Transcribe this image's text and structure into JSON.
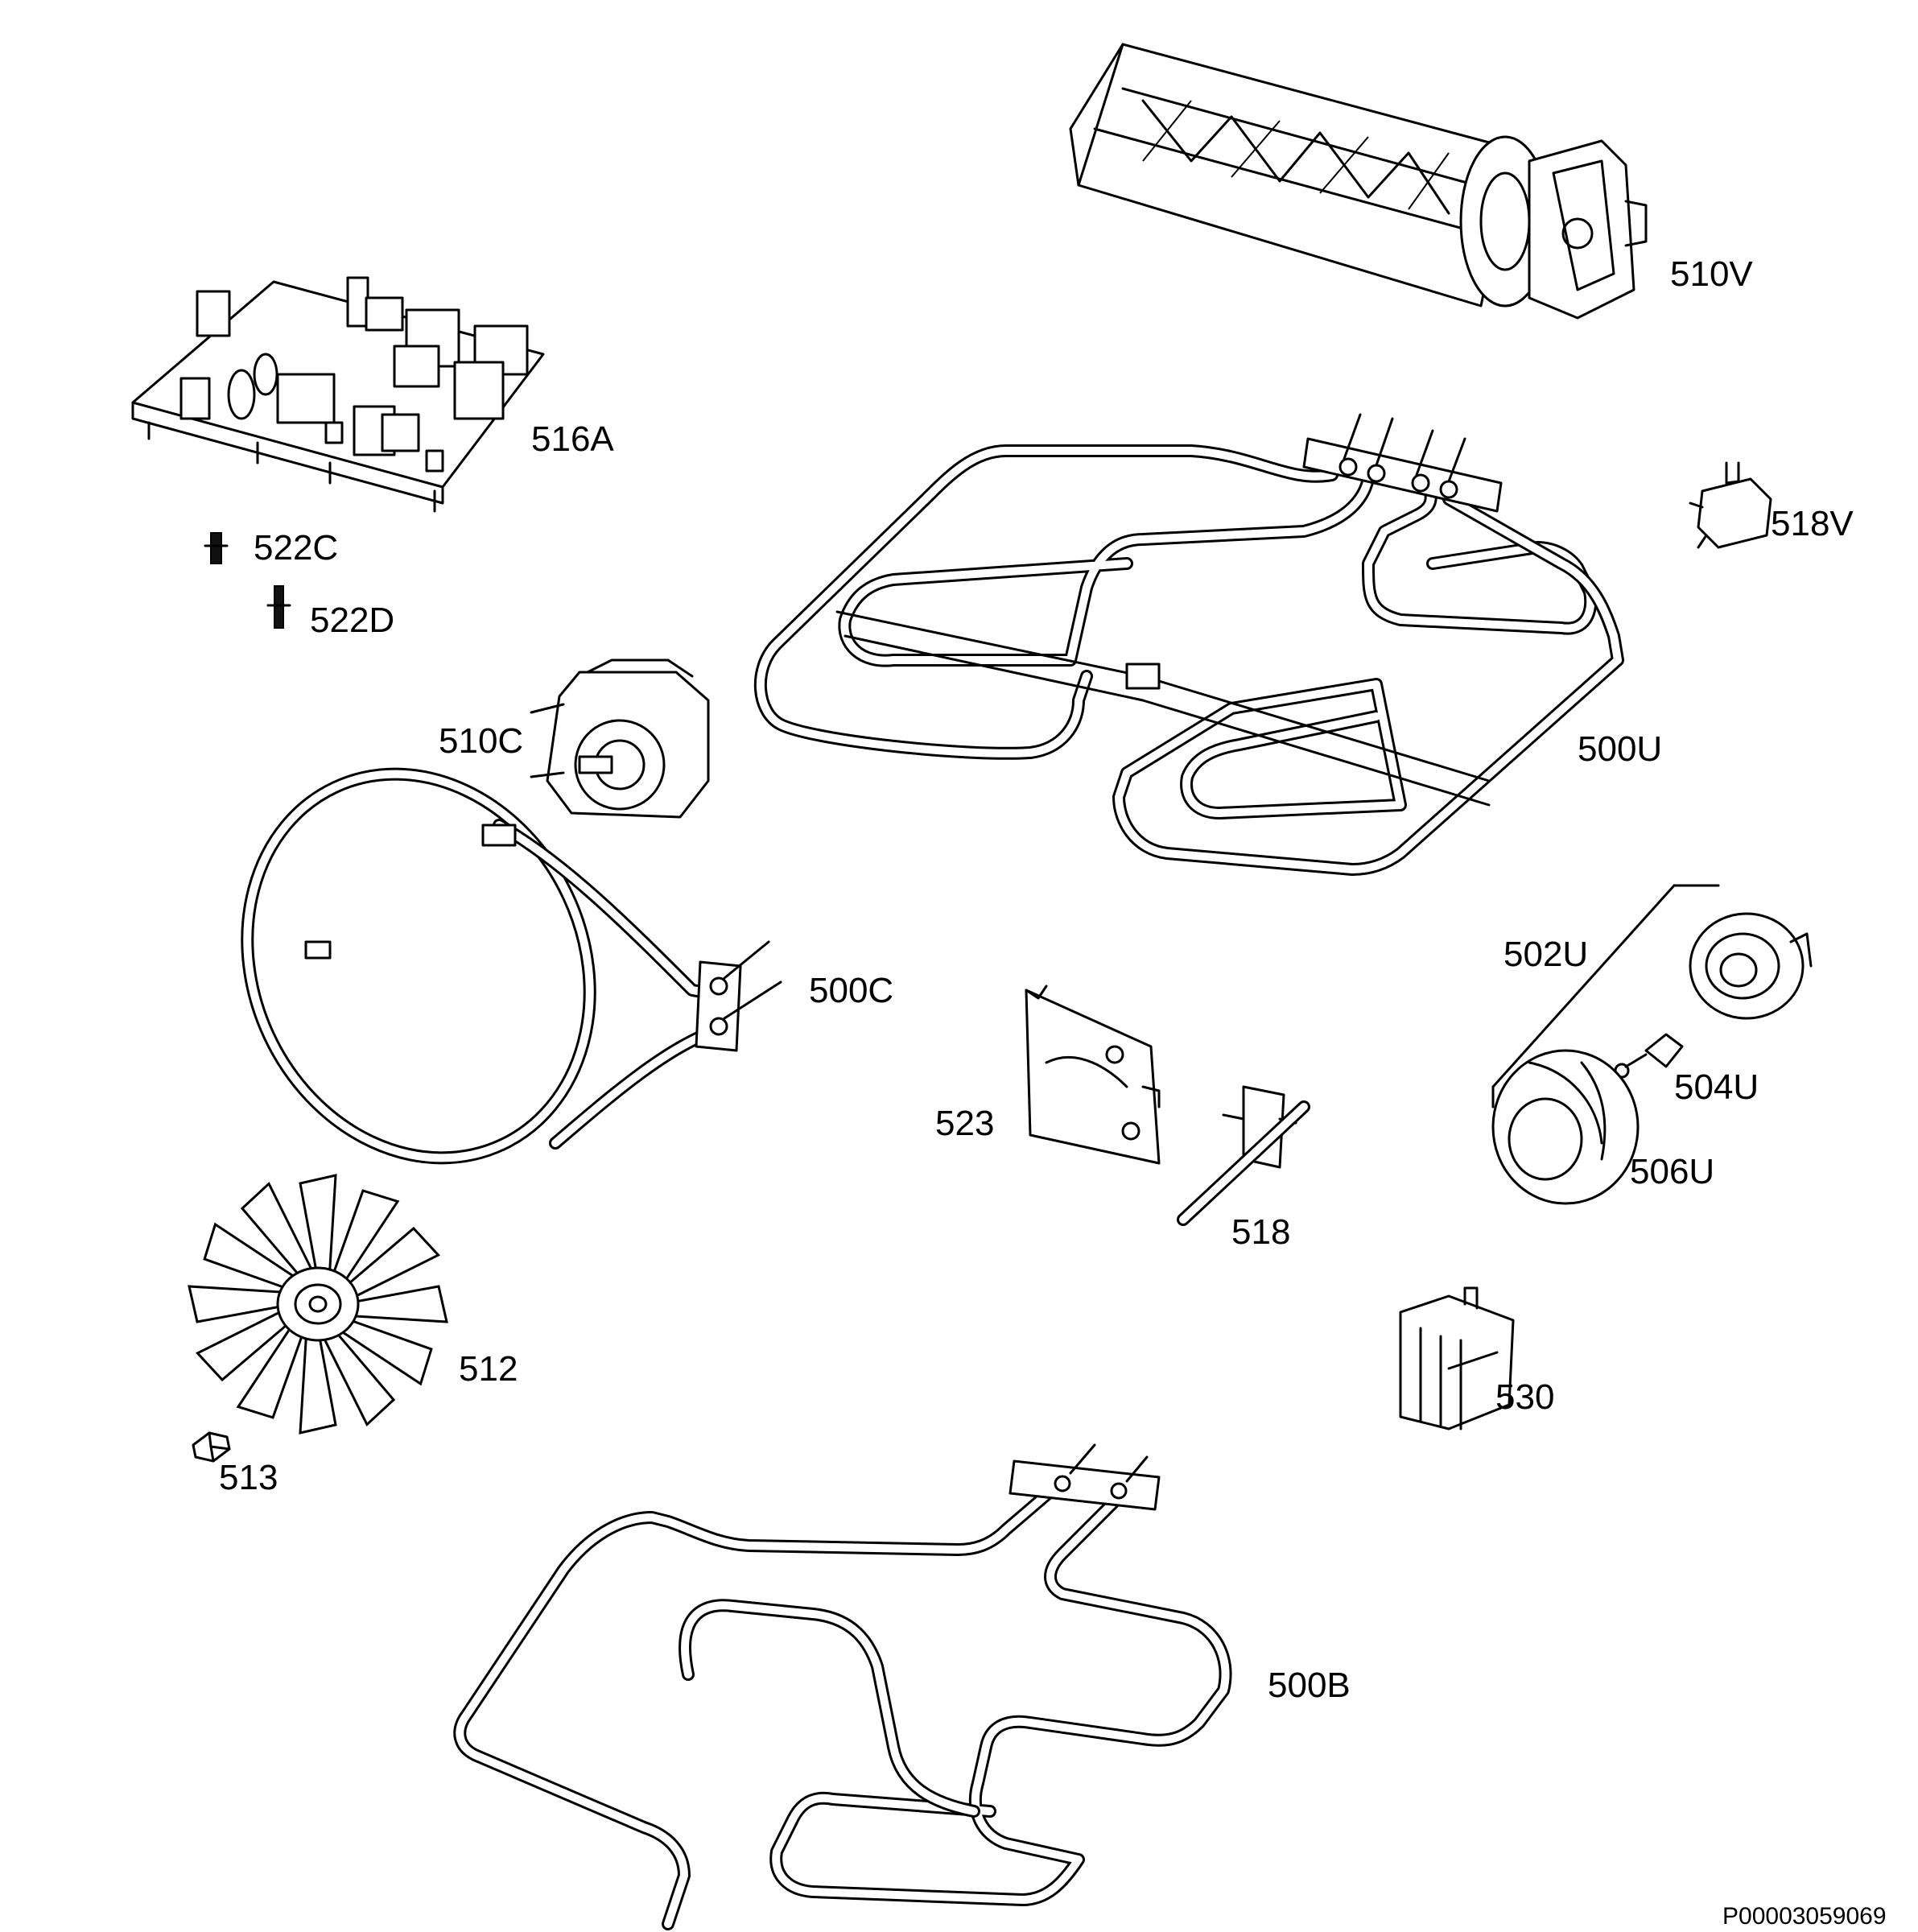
{
  "parts": {
    "p510V": "510V",
    "p516A": "516A",
    "p518V": "518V",
    "p522C": "522C",
    "p522D": "522D",
    "p510C": "510C",
    "p500U": "500U",
    "p502U": "502U",
    "p500C": "500C",
    "p523": "523",
    "p504U": "504U",
    "p506U": "506U",
    "p518": "518",
    "p512": "512",
    "p530": "530",
    "p513": "513",
    "p500B": "500B"
  },
  "drawing_ref": "P00003059069"
}
